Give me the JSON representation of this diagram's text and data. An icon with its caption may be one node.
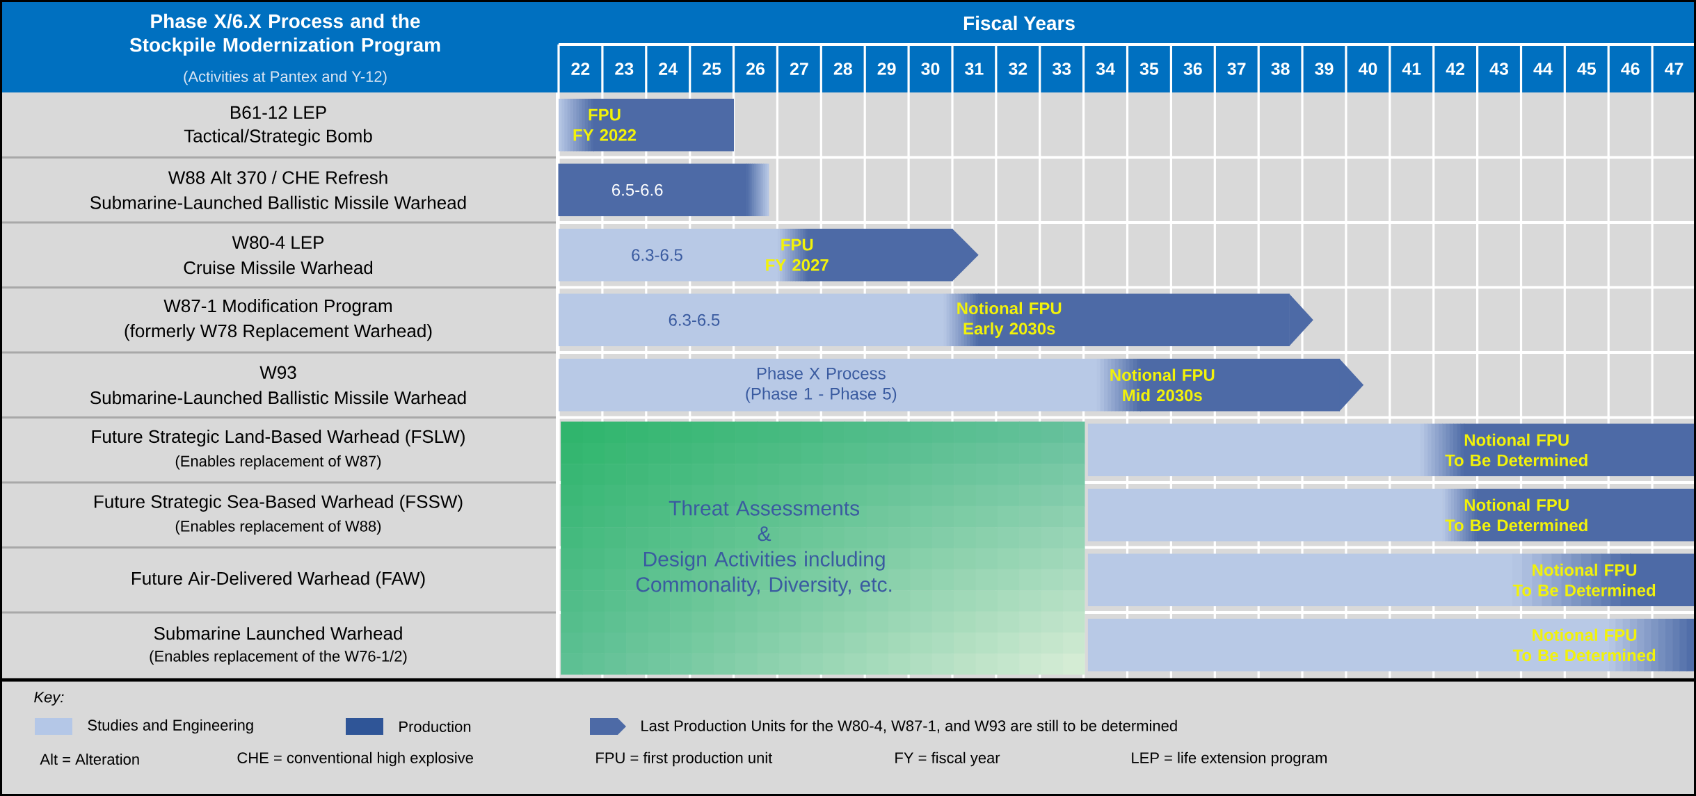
{
  "diagram": {
    "title": "Phase X/6.X Process and the Stockpile Modernization Program",
    "nodes": [
      {
        "text": [
          "FPU FY 2022"
        ]
      },
      {
        "text": [
          "6.5-6.6"
        ]
      },
      {
        "text": [
          "6.3-6.5",
          "FPU FY 2027"
        ]
      },
      {
        "text": [
          "6.3-6.5",
          "Notional FPU Early 2030s"
        ]
      },
      {
        "text": [
          "Phase X Process (Phase 1 - Phase 5)",
          "Notional FPU Mid 2030s"
        ]
      },
      {
        "text": [
          "Threat Assessments & Design Activities including Commonality, Diversity, etc."
        ]
      },
      {
        "text": [
          "Notional FPU To Be Determined"
        ]
      },
      {
        "text": [
          "Notional FPU To Be Determined"
        ]
      },
      {
        "text": [
          "Notional FPU To Be Determined"
        ]
      },
      {
        "text": [
          "Notional FPU To Be Determined"
        ]
      }
    ],
    "labels": [
      "(Activities at Pantex and Y-12)",
      "Fiscal Years",
      "22",
      "23",
      "24",
      "25",
      "26",
      "27",
      "28",
      "29",
      "30",
      "31",
      "32",
      "33",
      "34",
      "35",
      "36",
      "37",
      "38",
      "39",
      "40",
      "41",
      "42",
      "43",
      "44",
      "45",
      "46",
      "47",
      "B61-12 LEP",
      "Tactical/Strategic Bomb",
      "W88 Alt 370 / CHE Refresh",
      "Submarine-Launched Ballistic Missile Warhead",
      "W80-4 LEP",
      "Cruise Missile Warhead",
      "W87-1 Modification Program",
      "(formerly W78 Replacement Warhead)",
      "W93",
      "Submarine-Launched Ballistic Missile Warhead",
      "Future Strategic Land-Based Warhead (FSLW)",
      "(Enables replacement of W87)",
      "Future Strategic Sea-Based Warhead (FSSW)",
      "(Enables replacement of W88)",
      "Future Air-Delivered Warhead (FAW)",
      "Submarine Launched Warhead",
      "(Enables replacement of the W76-1/2)",
      "Key:",
      "Alt = Alteration",
      "CHE = conventional high explosive",
      "FPU = first production unit",
      "FY = fiscal year",
      "LEP = life extension program"
    ],
    "legend": [
      {
        "text": "Studies and Engineering",
        "color": "#b4c7e7"
      },
      {
        "text": "Production",
        "color": "#2f5597"
      },
      {
        "text": "Last Production Units for the W80-4, W87-1, and W93 are still to be determined"
      }
    ]
  }
}
